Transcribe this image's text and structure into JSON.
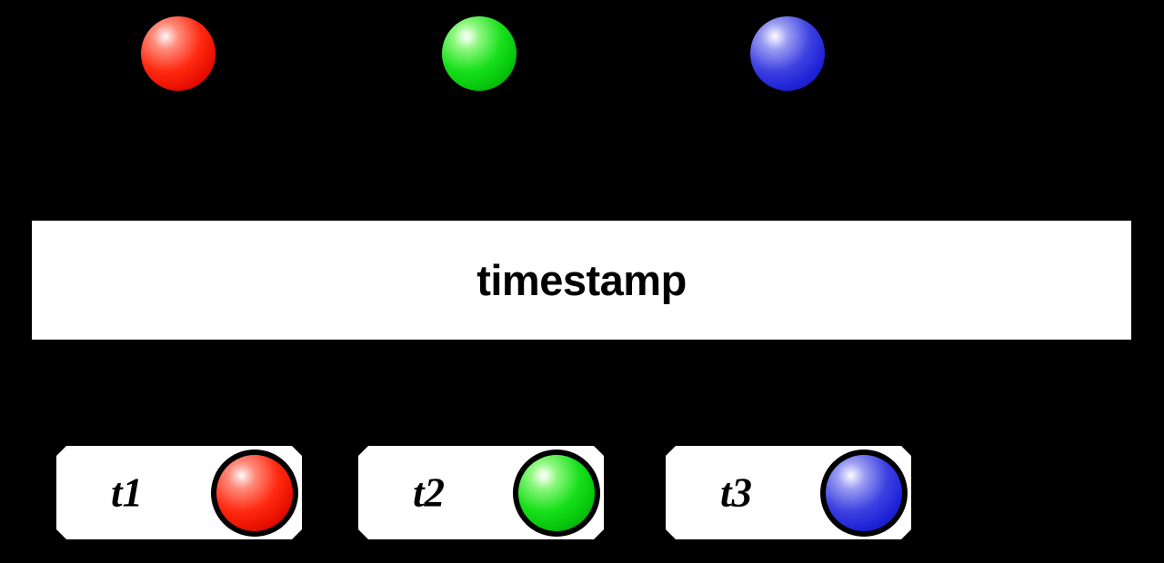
{
  "diagram": {
    "type": "state-timeline-diagram",
    "background_color": "#000000",
    "top_spheres": [
      {
        "name": "red-sphere",
        "color": "#ff0000",
        "label": ""
      },
      {
        "name": "green-sphere",
        "color": "#00cc00",
        "label": ""
      },
      {
        "name": "blue-sphere",
        "color": "#2222dd",
        "label": ""
      }
    ],
    "banner": {
      "label": "timestamp",
      "background_color": "#ffffff",
      "text_color": "#000000"
    },
    "state_boxes": [
      {
        "label": "t1",
        "sphere_color": "#ff0000",
        "sphere_name": "red-sphere"
      },
      {
        "label": "t2",
        "sphere_color": "#00cc00",
        "sphere_name": "green-sphere"
      },
      {
        "label": "t3",
        "sphere_color": "#2222dd",
        "sphere_name": "blue-sphere"
      }
    ]
  }
}
